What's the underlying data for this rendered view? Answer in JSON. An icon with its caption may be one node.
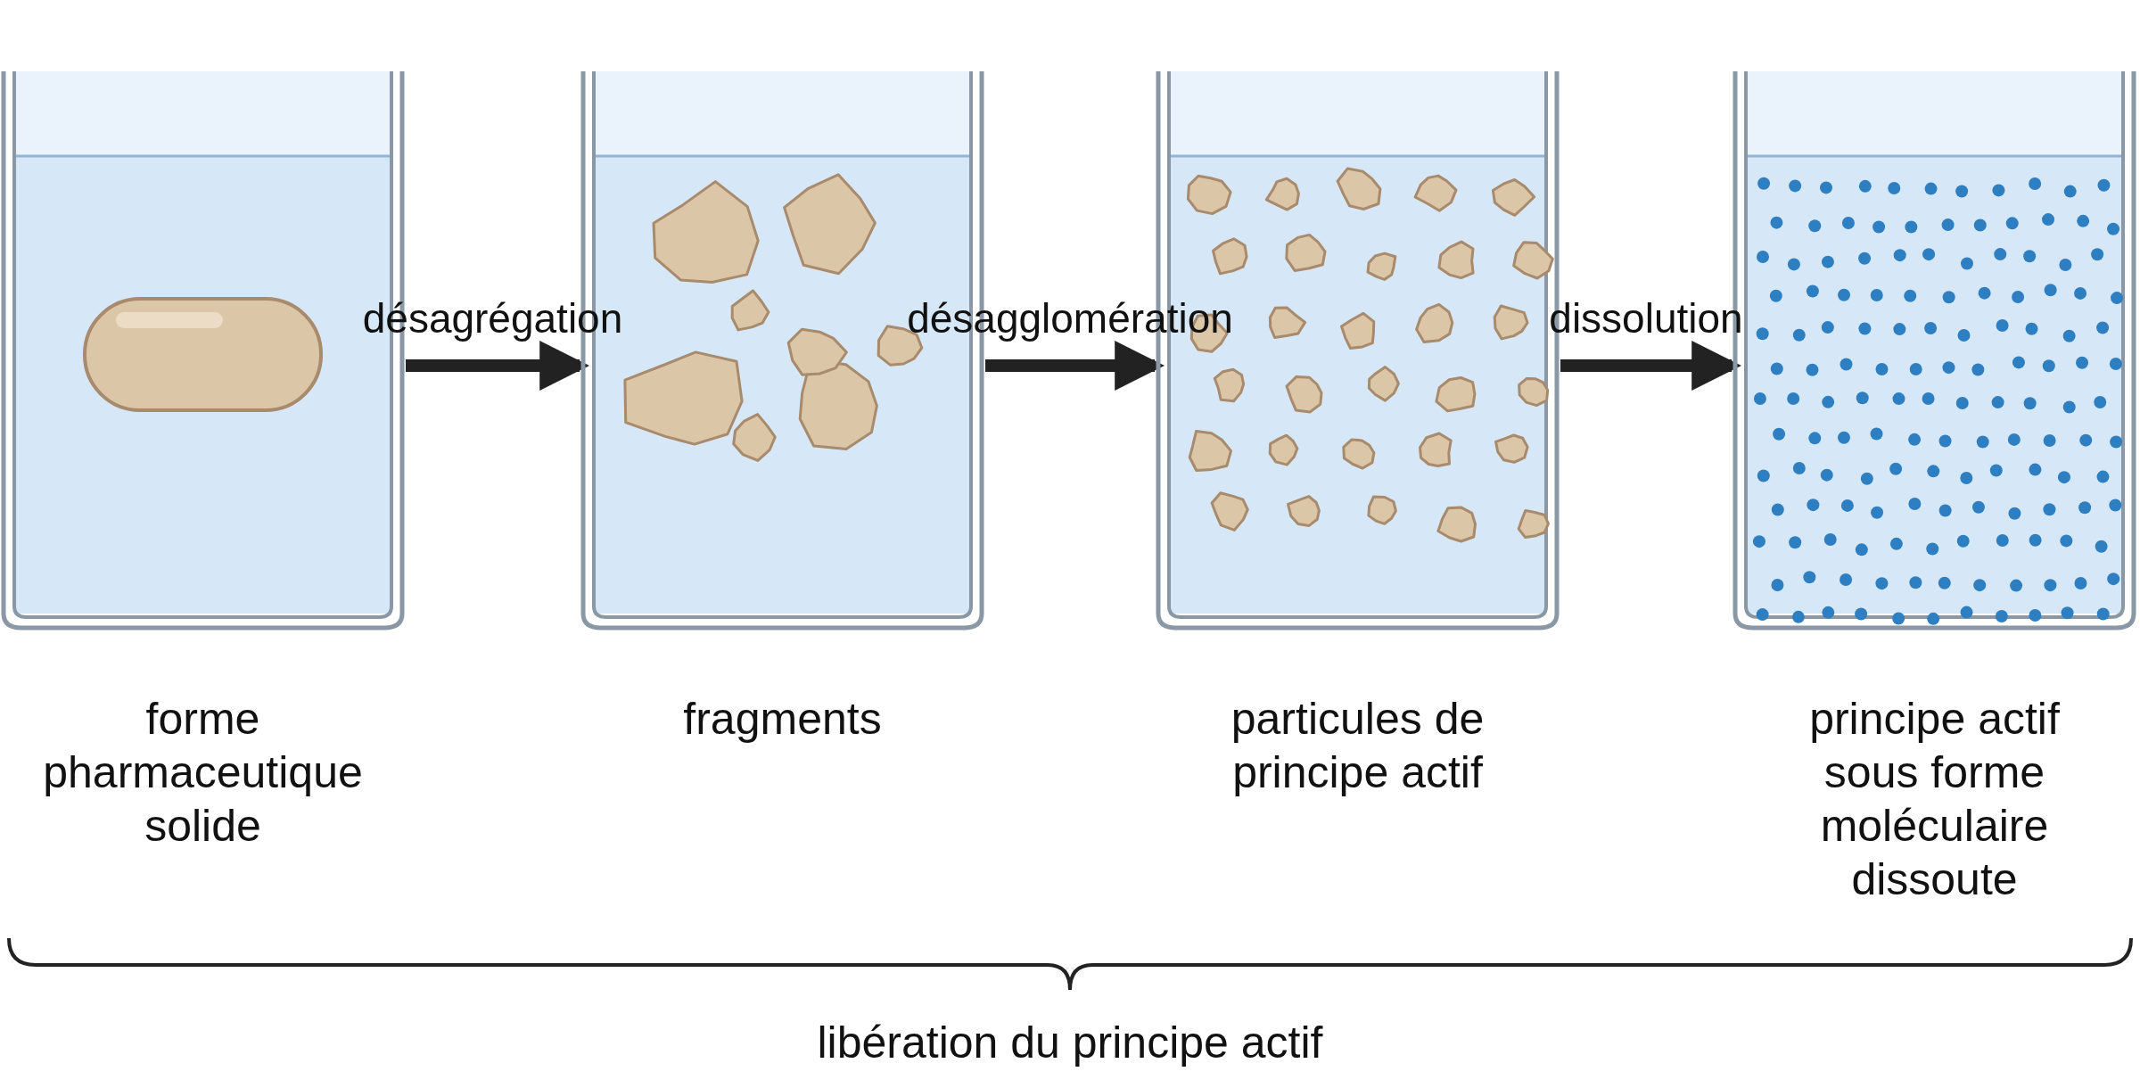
{
  "diagram": {
    "nodes": [
      {
        "text": [],
        "shape": "picture",
        "beside": [
          "forme pharmaceutique solide"
        ]
      },
      {
        "text": [],
        "shape": "picture",
        "beside": [
          "fragments"
        ]
      },
      {
        "text": [],
        "shape": "picture",
        "beside": [
          "particules de principe actif"
        ]
      },
      {
        "text": [],
        "shape": "picture",
        "beside": [
          "principe actif sous forme moléculaire dissoute"
        ]
      }
    ],
    "edges": [
      {
        "from": 0,
        "to": 1,
        "arrow": "to",
        "label": "désagrégation"
      },
      {
        "from": 1,
        "to": 2,
        "arrow": "to",
        "label": "désagglomération"
      },
      {
        "from": 2,
        "to": 3,
        "arrow": "to",
        "label": "dissolution"
      }
    ],
    "labels": [
      "libération du principe actif"
    ]
  }
}
